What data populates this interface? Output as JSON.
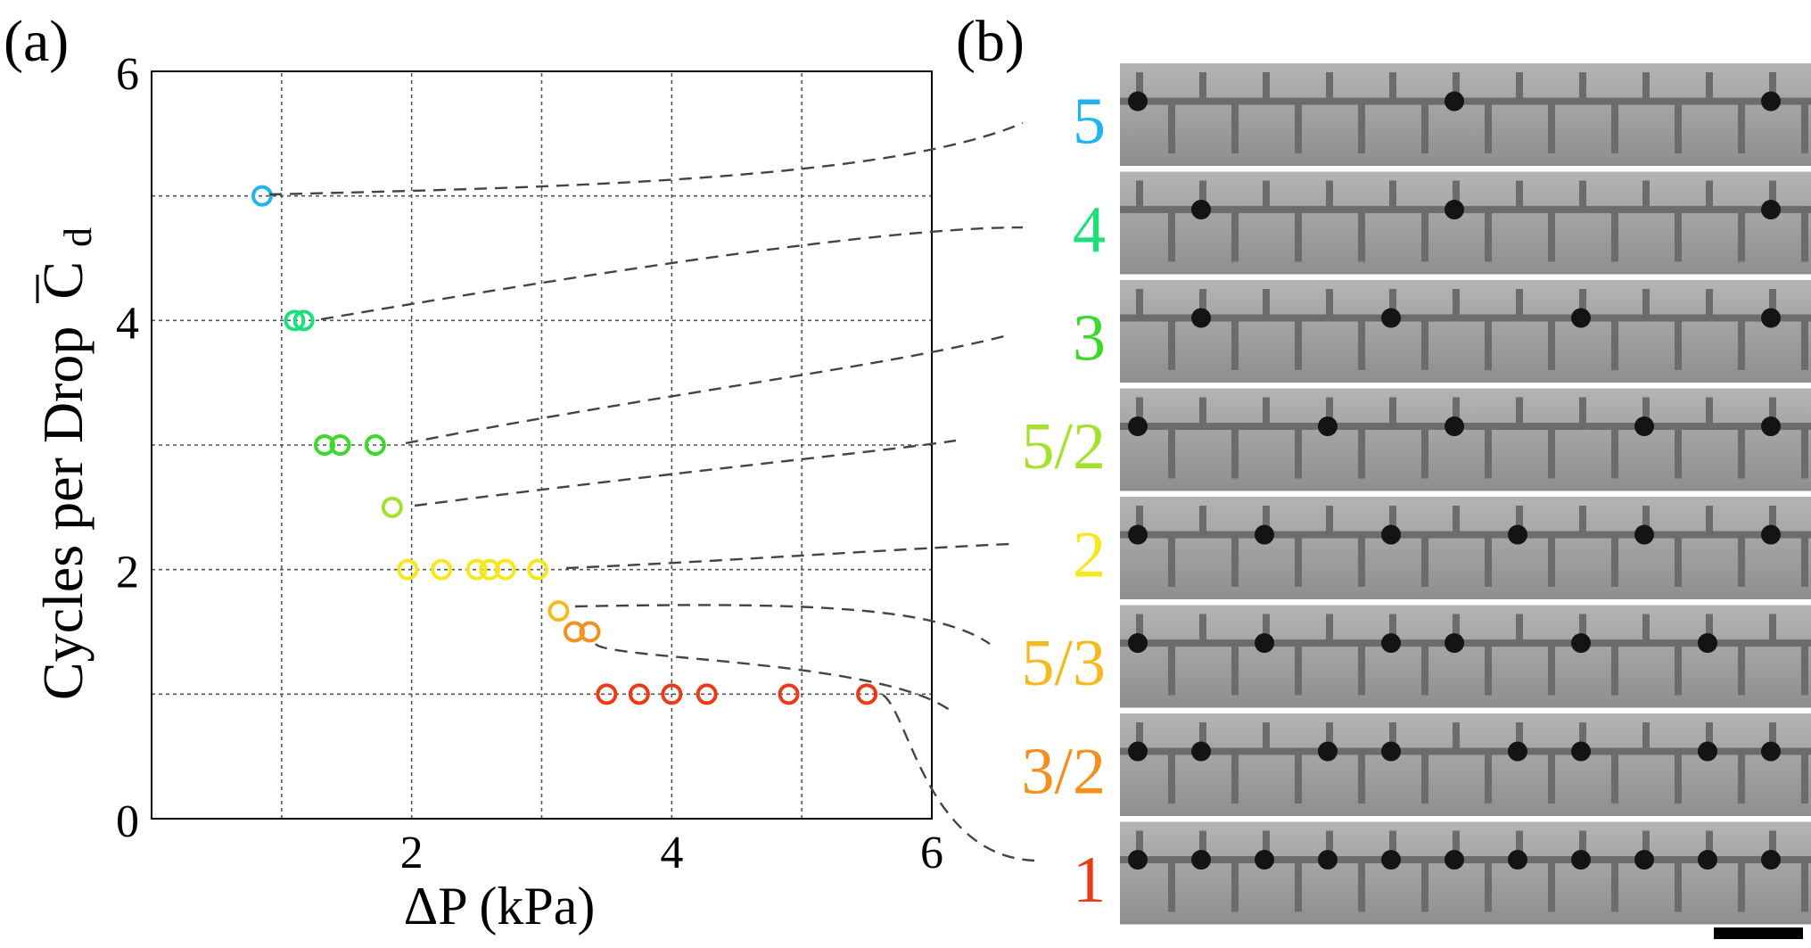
{
  "panels": {
    "a": "(a)",
    "b": "(b)"
  },
  "chart_data": {
    "type": "scatter",
    "xlabel": "ΔP (kPa)",
    "ylabel": "Cycles per Drop",
    "ylabel_symbol": "C",
    "ylabel_subscript": "d",
    "xlim": [
      0,
      6
    ],
    "ylim": [
      0,
      6
    ],
    "xticks": [
      0,
      2,
      4,
      6
    ],
    "yticks": [
      0,
      2,
      4,
      6
    ],
    "xtick_labels": [
      "",
      "2",
      "4",
      "6"
    ],
    "ytick_labels": [
      "0",
      "2",
      "4",
      "6"
    ],
    "grid": true,
    "grid_style": "dotted",
    "series": [
      {
        "x": [
          0.85
        ],
        "y": [
          5
        ],
        "color": "#1EB4F0"
      },
      {
        "x": [
          1.1,
          1.17
        ],
        "y": [
          4,
          4
        ],
        "color": "#1EE07A"
      },
      {
        "x": [
          1.33,
          1.45,
          1.72
        ],
        "y": [
          3,
          3,
          3
        ],
        "color": "#3BD92A"
      },
      {
        "x": [
          1.85
        ],
        "y": [
          2.5
        ],
        "color": "#A8E030"
      },
      {
        "x": [
          1.97,
          2.23,
          2.5,
          2.6,
          2.72,
          2.97
        ],
        "y": [
          2,
          2,
          2,
          2,
          2,
          2
        ],
        "color": "#F4E81C"
      },
      {
        "x": [
          3.13
        ],
        "y": [
          1.667
        ],
        "color": "#F6BA1E"
      },
      {
        "x": [
          3.25,
          3.37
        ],
        "y": [
          1.5,
          1.5
        ],
        "color": "#F49020"
      },
      {
        "x": [
          3.5,
          3.75,
          4.0,
          4.27,
          4.9,
          5.5
        ],
        "y": [
          1,
          1,
          1,
          1,
          1,
          1
        ],
        "color": "#EA3A18"
      }
    ]
  },
  "image_rows": {
    "labels": [
      {
        "text": "5",
        "color": "#1EB4F0"
      },
      {
        "text": "4",
        "color": "#1EE07A"
      },
      {
        "text": "3",
        "color": "#3BD92A"
      },
      {
        "text": "5/2",
        "color": "#A8E030"
      },
      {
        "text": "2",
        "color": "#F4E81C"
      },
      {
        "text": "5/3",
        "color": "#F6BA1E"
      },
      {
        "text": "3/2",
        "color": "#F49020"
      },
      {
        "text": "1",
        "color": "#EA3A18"
      }
    ],
    "drop_positions": [
      [
        0,
        5,
        10
      ],
      [
        1,
        5,
        10
      ],
      [
        1,
        4,
        7,
        10
      ],
      [
        0,
        3,
        5,
        8,
        10
      ],
      [
        0,
        2,
        4,
        6,
        8,
        10
      ],
      [
        0,
        2,
        4,
        5,
        7,
        9
      ],
      [
        0,
        1,
        3,
        4,
        6,
        7,
        9,
        10
      ],
      [
        0,
        1,
        2,
        3,
        4,
        5,
        6,
        7,
        8,
        9,
        10
      ]
    ]
  },
  "colors": {
    "grid": "#555555",
    "axis": "#000000",
    "dash_curve": "#444444",
    "image_bg": "#9a9a9a",
    "channel": "#6c6c6c",
    "drop": "#141414"
  }
}
